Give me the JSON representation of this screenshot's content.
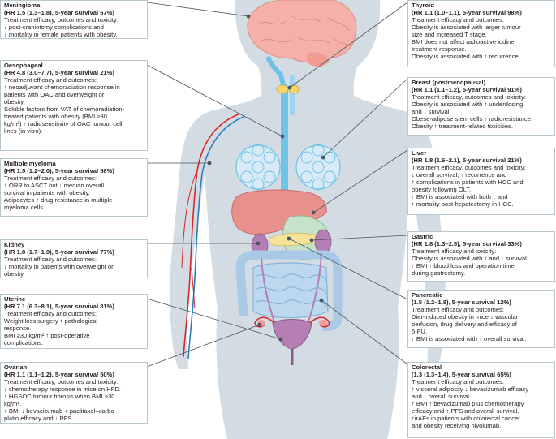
{
  "panels": [
    {
      "key": "meningioma",
      "title": "Meningioma",
      "subtitle": "(HR 1.5 (1.3–1.8), 5-year survival 67%)",
      "lines": [
        "Treatment efficacy, outcomes and toxicity:",
        "↓ post-craniotomy complications and",
        "↓ mortality in female patients with obesity."
      ]
    },
    {
      "key": "oesophageal",
      "title": "Oesophageal",
      "subtitle": "(HR 4.8 (3.0–7.7), 5-year survival 21%)",
      "lines": [
        "Treatment efficacy and outcomes:",
        "↑ neoadjuvant chemoradiation response in",
        "patients with OAC and overweight or",
        "obesity.",
        "Soluble factors from VAT of chemoradiation-",
        "treated patients with obesity (BMI ≥30",
        "kg/m²) ↑ radiosensitivity of OAC tumour cell",
        "lines (in vitro)."
      ]
    },
    {
      "key": "myeloma",
      "title": "Multiple myeloma",
      "subtitle": "(HR 1.5 (1.2–2.0), 5-year survival 58%)",
      "lines": [
        "Treatment efficacy and outcomes:",
        "↑ ORR to ASCT but ↓ median overall",
        "survival in patients with obesity.",
        "Adipocytes ↑ drug resistance in multiple",
        "myeloma cells."
      ]
    },
    {
      "key": "kidney",
      "title": "Kidney",
      "subtitle": "(HR 1.8 (1.7–1.9), 5-year survival 77%)",
      "lines": [
        "Treatment efficacy and outcomes:",
        "↓ mortality in patients with overweight or",
        "obesity."
      ]
    },
    {
      "key": "uterine",
      "title": "Uterine",
      "subtitle": "(HR 7.1 (6.3–8.1), 5-year survival 81%)",
      "lines": [
        "Treatment efficacy and outcomes:",
        "Weight loss surgery ↑ pathological",
        "response.",
        "BMI ≥30 kg/m² ↑ post-operative",
        "complications."
      ]
    },
    {
      "key": "ovarian",
      "title": "Ovarian",
      "subtitle": "(HR 1.1 (1.1–1.2), 5-year survival 50%)",
      "lines": [
        "Treatment efficacy, outcomes and toxicity:",
        "↓ chemotherapy response in mice on HFD.",
        "↑ HGSOC tumour fibrosis when BMI >30",
        "kg/m².",
        "↑ BMI ↓ bevacizumab + paclitaxel–carbo-",
        "platin efficacy and ↓ PFS."
      ]
    },
    {
      "key": "thyroid",
      "title": "Thyroid",
      "subtitle": "(HR 1.1 (1.0–1.1), 5-year survival 98%)",
      "lines": [
        "Treatment efficacy and outcomes:",
        "Obesity is associated with larger tumour",
        "size and increased T stage.",
        "BMI does not affect radioactive iodine",
        "treatment response.",
        "Obesity is associated with ↑ recurrence."
      ]
    },
    {
      "key": "breast",
      "title": "Breast (postmenopausal)",
      "subtitle": "(HR 1.1 (1.1–1.2), 5-year survival 91%)",
      "lines": [
        "Treatment efficacy, outcomes and toxicity:",
        "Obesity is associated with ↑ underdosing",
        "and ↓ survival.",
        "Obese-adipose stem cells ↑ radioresistance.",
        "Obesity ↑ treatment-related toxicities."
      ]
    },
    {
      "key": "liver",
      "title": "Liver",
      "subtitle": "(HR 1.8 (1.6–2.1), 5-year survival 21%)",
      "lines": [
        "Treatment efficacy, outcomes and toxicity:",
        "↓ overall survival, ↑ recurrence and",
        "↑ complications in patients with HCC and",
        "obesity following OLT.",
        "↑ BMI is associated with both ↓ and",
        "↑ mortality post-hepatectomy in HCC."
      ]
    },
    {
      "key": "gastric",
      "title": "Gastric",
      "subtitle": "(HR 1.8 (1.3–2.5), 5-year survival 33%)",
      "lines": [
        "Treatment efficacy and toxicity:",
        "Obesity is associated with ↑ and ↓ survival.",
        "↑ BMI ↑ blood loss and operation time",
        "during gastrectomy."
      ]
    },
    {
      "key": "pancreatic",
      "title": "Pancreatic",
      "subtitle": "(1.5 (1.2–1.8), 5-year survival 12%)",
      "lines": [
        "Treatment efficacy and outcomes:",
        "Diet-induced obesity in mice ↓ vascular",
        "perfusion, drug delivery and efficacy of",
        "5-FU.",
        "↑ BMI is associated with ↑ overall survival."
      ]
    },
    {
      "key": "colorectal",
      "title": "Colorectal",
      "subtitle": "(1.3 (1.3–1.4), 5-year survival 65%)",
      "lines": [
        "Treatment efficacy and outcomes:",
        "↑ visceral adiposity ↓ bevacizumab efficacy",
        "and ↓ overall survival.",
        "↑ BMI ↑ bevacizumab plus chemotherapy",
        "efficacy and ↑ PFS and overall survival.",
        "↑irAEs in patients with colorectal cancer",
        "and obesity receiving nivolumab."
      ]
    }
  ],
  "colors": {
    "silhouette": "#d3dce3",
    "border": "#b8c6d0",
    "leader": "#4a5560",
    "brain": "#f5b1a9",
    "blue": "#6ec3e6",
    "liver": "#e8908c",
    "intestine": "#a9c9e6",
    "uterus": "#b57fb5",
    "vessel_red": "#d8272f",
    "vessel_blue": "#2c7fc1"
  }
}
